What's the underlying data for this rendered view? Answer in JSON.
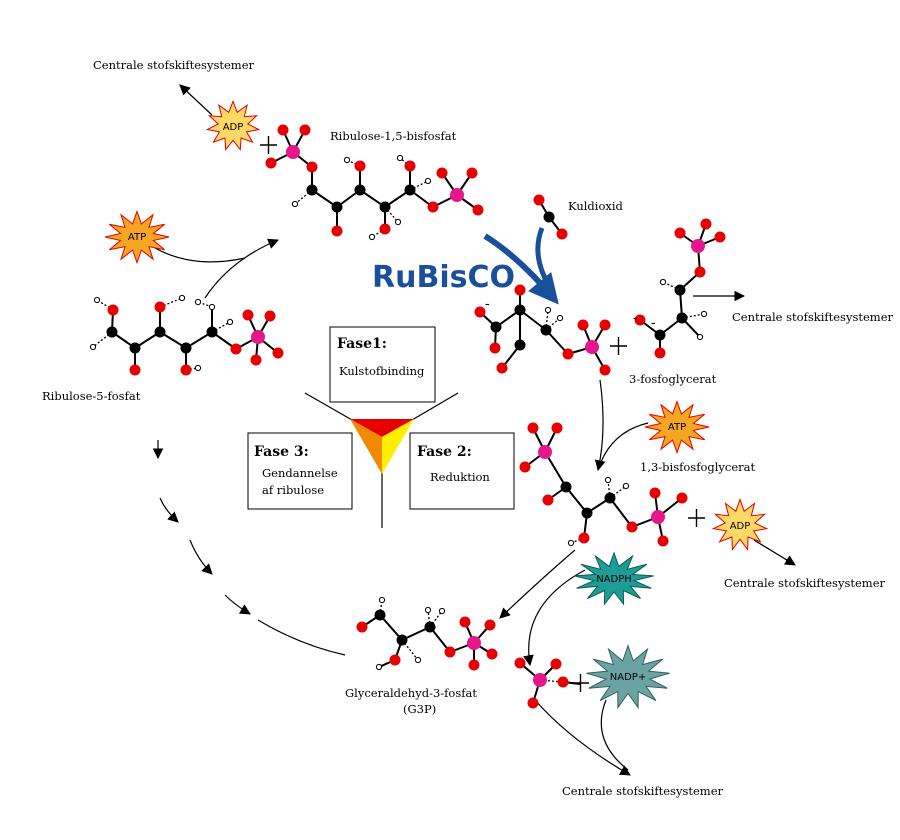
{
  "enzyme": {
    "name": "RuBisCO",
    "color": "#1a4f9c"
  },
  "labels": {
    "ribulose_bisphosphate": "Ribulose-1,5-bisfosfat",
    "co2": "Kuldioxid",
    "three_pga": "3-fosfoglycerat",
    "bpg": "1,3-bisfosfoglycerat",
    "g3p_line1": "Glyceraldehyd-3-fosfat",
    "g3p_line2": "(G3P)",
    "ribulose_5p": "Ribulose-5-fosfat",
    "central_top_left": "Centrale stofskiftesystemer",
    "central_right_top": "Centrale stofskiftesystemer",
    "central_right_mid": "Centrale stofskiftesystemer",
    "central_bottom": "Centrale stofskiftesystemer"
  },
  "bursts": {
    "adp_top": "ADP",
    "atp_left": "ATP",
    "atp_right": "ATP",
    "adp_right": "ADP",
    "nadph": "NADPH",
    "nadp": "NADP+"
  },
  "phases": {
    "p1": {
      "title": "Fase1:",
      "text": "Kulstofbinding"
    },
    "p2": {
      "title": "Fase 2:",
      "text": "Reduktion"
    },
    "p3": {
      "title": "Fase 3:",
      "text_line1": "Gendannelse",
      "text_line2": "af ribulose"
    }
  },
  "colors": {
    "oxygen": "#e60000",
    "phosphorus": "#e6168c",
    "carbon": "#000000",
    "burst_orange": "#f5a623",
    "burst_yellow": "#ffd966",
    "burst_teal": "#1e9c96",
    "burst_teal_light": "#6ba3a3",
    "tri_red": "#e60000",
    "tri_orange": "#f08a00",
    "tri_yellow": "#ffee00"
  }
}
